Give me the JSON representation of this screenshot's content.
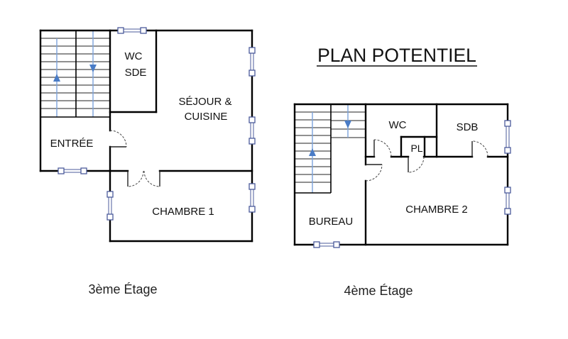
{
  "plan_title": "PLAN POTENTIEL",
  "floor_3": {
    "caption": "3ème Étage",
    "rooms": {
      "wc_sde_line1": "WC",
      "wc_sde_line2": "SDE",
      "sejour_line1": "SÉJOUR &",
      "sejour_line2": "CUISINE",
      "entree": "ENTRÉE",
      "chambre_1": "CHAMBRE 1"
    },
    "stair_arrows": {
      "left_flight": "arrow-up",
      "right_flight": "arrow-down"
    }
  },
  "floor_4": {
    "caption": "4ème Étage",
    "rooms": {
      "wc": "WC",
      "pl": "PL",
      "sdb": "SDB",
      "bureau": "BUREAU",
      "chambre_2": "CHAMBRE 2"
    },
    "stair_arrows": {
      "left_flight": "arrow-up",
      "right_flight": "arrow-down"
    }
  },
  "colors": {
    "walls": "#000000",
    "windows": "#4b5b9b",
    "stair_arrows": "#4a7cc6",
    "stair_guides": "#7ba3dc",
    "door_swings": "#444444"
  }
}
